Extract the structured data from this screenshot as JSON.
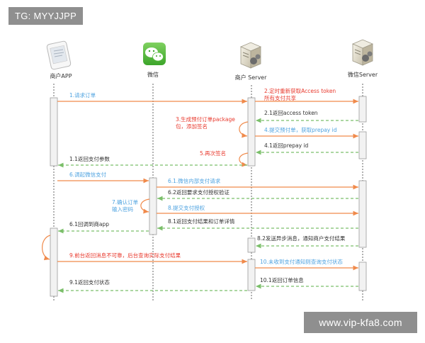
{
  "watermark_top": "TG: MYYJJPP",
  "watermark_bottom": "www.vip-kfa8.com",
  "colors": {
    "solid_arrow": "#f08a4b",
    "dashed_arrow": "#7bbf6a",
    "blue_text": "#4fa3e0",
    "red_text": "#e8382c",
    "black_text": "#333333",
    "lifeline": "#555555",
    "activation_fill": "#f2f2f2",
    "activation_stroke": "#9a9a9a"
  },
  "participants": [
    {
      "id": "merchant_app",
      "label": "商户APP",
      "icon": "phone-icon"
    },
    {
      "id": "wechat",
      "label": "微信",
      "icon": "wechat-icon"
    },
    {
      "id": "merchant_server",
      "label": "商户 Server",
      "icon": "server-icon"
    },
    {
      "id": "wechat_server",
      "label": "微信Server",
      "icon": "server-icon"
    }
  ],
  "messages": [
    {
      "id": "m1",
      "text": "1.请求订单",
      "style": "solid",
      "color": "blue",
      "from": "merchant_app",
      "to": "merchant_server"
    },
    {
      "id": "m2",
      "text": "2.定时重新获取Access token\n所有支付共享",
      "style": "solid",
      "color": "red",
      "from": "merchant_server",
      "to": "wechat_server"
    },
    {
      "id": "m21",
      "text": "2.1返回access token",
      "style": "dashed",
      "color": "black",
      "from": "wechat_server",
      "to": "merchant_server"
    },
    {
      "id": "m3",
      "text": "3.生成预付订单package\n包，添加签名",
      "style": "self",
      "color": "red",
      "from": "merchant_server",
      "to": "merchant_server"
    },
    {
      "id": "m4",
      "text": "4.提交预付单，获取prepay id",
      "style": "solid",
      "color": "blue",
      "from": "merchant_server",
      "to": "wechat_server"
    },
    {
      "id": "m41",
      "text": "4.1返回prepay id",
      "style": "dashed",
      "color": "black",
      "from": "wechat_server",
      "to": "merchant_server"
    },
    {
      "id": "m5",
      "text": "5.再次签名",
      "style": "self",
      "color": "red",
      "from": "merchant_server",
      "to": "merchant_server"
    },
    {
      "id": "m11",
      "text": "1.1返回支付参数",
      "style": "dashed",
      "color": "black",
      "from": "merchant_server",
      "to": "merchant_app"
    },
    {
      "id": "m6",
      "text": "6.调起微信支付",
      "style": "solid",
      "color": "blue",
      "from": "merchant_app",
      "to": "wechat"
    },
    {
      "id": "m61w",
      "text": "6.1.微信内部支付请求",
      "style": "solid",
      "color": "blue",
      "from": "wechat",
      "to": "wechat_server"
    },
    {
      "id": "m62",
      "text": "6.2返回要求支付授权验证",
      "style": "dashed",
      "color": "black",
      "from": "wechat_server",
      "to": "wechat"
    },
    {
      "id": "m7",
      "text": "7.确认订单\n输入密码",
      "style": "self",
      "color": "blue",
      "from": "wechat",
      "to": "wechat"
    },
    {
      "id": "m8",
      "text": "8.提交支付授权",
      "style": "solid",
      "color": "blue",
      "from": "wechat",
      "to": "wechat_server"
    },
    {
      "id": "m61a",
      "text": "6.1回调到商app",
      "style": "dashed",
      "color": "black",
      "from": "wechat",
      "to": "merchant_app"
    },
    {
      "id": "m81",
      "text": "8.1返回支付结果和订单详情",
      "style": "dashed",
      "color": "black",
      "from": "wechat_server",
      "to": "wechat"
    },
    {
      "id": "m82",
      "text": "8.2发送异步消息，通知商户支付结果",
      "style": "dashed",
      "color": "black",
      "from": "wechat_server",
      "to": "merchant_server"
    },
    {
      "id": "m9",
      "text": "9.前台返回消息不可靠，后台查询实际支付结果",
      "style": "solid",
      "color": "red",
      "from": "merchant_app",
      "to": "merchant_server"
    },
    {
      "id": "m10",
      "text": "10.未收到支付通知则查询支付状态",
      "style": "solid",
      "color": "blue",
      "from": "merchant_server",
      "to": "wechat_server"
    },
    {
      "id": "m101",
      "text": "10.1返回订单信息",
      "style": "dashed",
      "color": "black",
      "from": "wechat_server",
      "to": "merchant_server"
    },
    {
      "id": "m91",
      "text": "9.1返回支付状态",
      "style": "dashed",
      "color": "black",
      "from": "merchant_server",
      "to": "merchant_app"
    }
  ]
}
